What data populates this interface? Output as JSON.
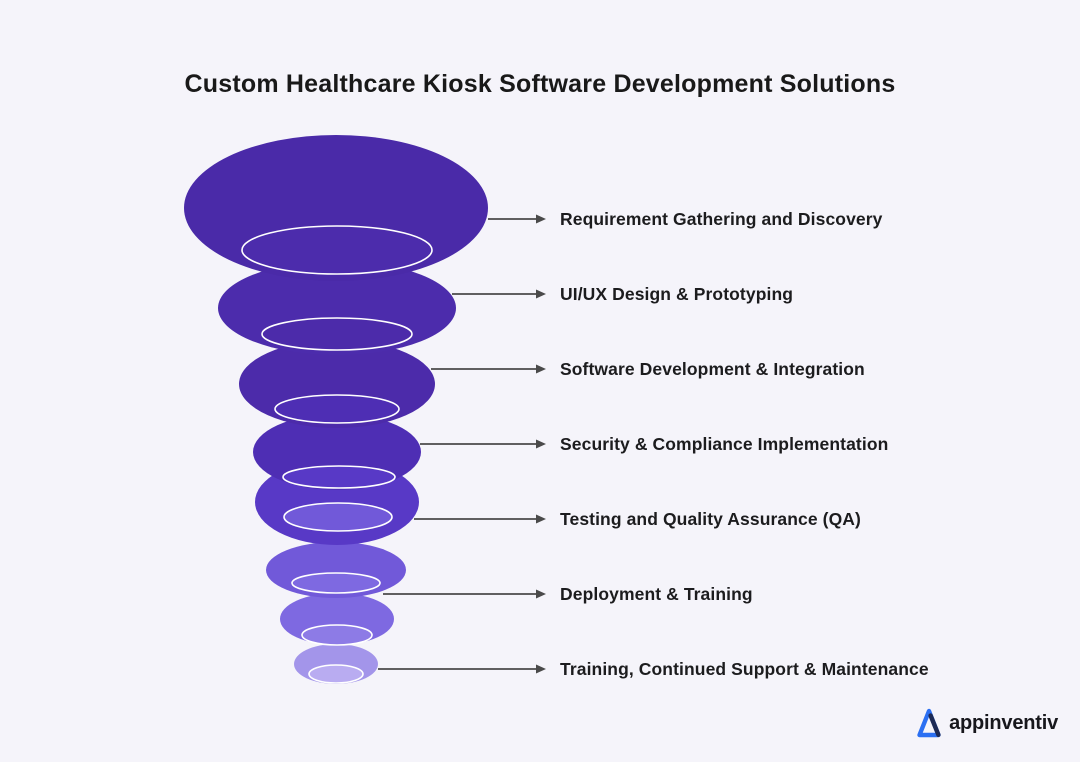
{
  "title": "Custom Healthcare Kiosk Software Development Solutions",
  "background": "#F5F4FA",
  "stages": [
    {
      "label": "Requirement Gathering and Discovery"
    },
    {
      "label": "UI/UX Design & Prototyping"
    },
    {
      "label": "Software Development & Integration"
    },
    {
      "label": "Security & Compliance Implementation"
    },
    {
      "label": "Testing and Quality Assurance (QA)"
    },
    {
      "label": "Deployment & Training"
    },
    {
      "label": "Training, Continued Support & Maintenance"
    }
  ],
  "funnel": {
    "tiers": [
      {
        "color": "#4A2AA8"
      },
      {
        "color": "#4C2CAC"
      },
      {
        "color": "#4C2BAA"
      },
      {
        "color": "#4E2EB4"
      },
      {
        "color": "#5839C6"
      },
      {
        "color": "#7159D9"
      },
      {
        "color": "#7E69E1"
      },
      {
        "color": "#A395EA"
      }
    ],
    "openings": [
      {
        "fill": "#4C2CAC"
      },
      {
        "fill": "#4C2BAA"
      },
      {
        "fill": "#4E2EB4"
      },
      {
        "fill": "#5839C6"
      },
      {
        "fill": "#7159D9"
      },
      {
        "fill": "#7E69E1"
      },
      {
        "fill": "#8D7BE6"
      },
      {
        "fill": "#B9ACF1"
      }
    ],
    "opening_stroke": "#FFFFFF"
  },
  "arrows": {
    "color": "#4A4A4A"
  },
  "logo": {
    "text": "appinventiv",
    "accent": "#2B6FF2",
    "accent_dark": "#1D2A55"
  }
}
